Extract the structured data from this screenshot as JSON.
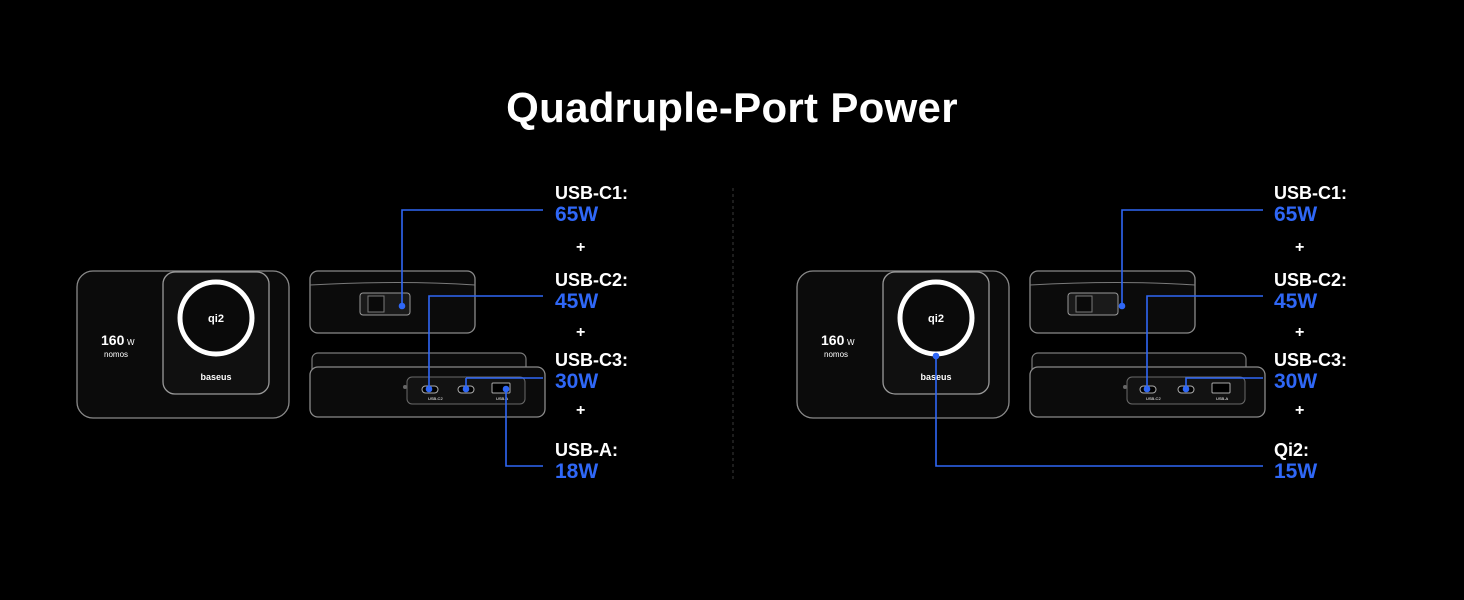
{
  "title": "Quadruple-Port Power",
  "accent_color": "#2f67f6",
  "device": {
    "capacity_value": "160",
    "capacity_unit": "W",
    "series_name": "nomos",
    "brand": "baseus",
    "charger_badge": "qi2",
    "port_labels": [
      "USB-C2",
      "USB-A"
    ]
  },
  "left": {
    "outputs": [
      {
        "label": "USB-C1:",
        "value": "65W"
      },
      {
        "label": "USB-C2:",
        "value": "45W"
      },
      {
        "label": "USB-C3:",
        "value": "30W"
      },
      {
        "label": "USB-A:",
        "value": "18W"
      }
    ],
    "separator": "+"
  },
  "right": {
    "outputs": [
      {
        "label": "USB-C1:",
        "value": "65W"
      },
      {
        "label": "USB-C2:",
        "value": "45W"
      },
      {
        "label": "USB-C3:",
        "value": "30W"
      },
      {
        "label": "Qi2:",
        "value": "15W"
      }
    ],
    "separator": "+"
  }
}
